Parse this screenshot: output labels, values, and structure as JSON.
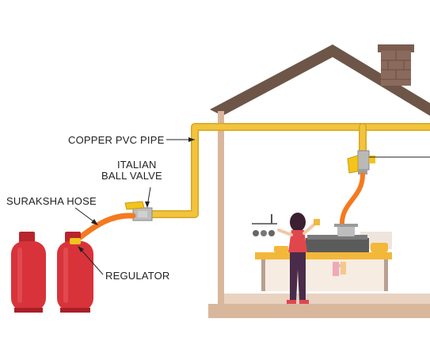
{
  "labels": {
    "copper_pipe": "COPPER PVC PIPE",
    "ball_valve_line1": "ITALIAN",
    "ball_valve_line2": "BALL VALVE",
    "hose": "SURAKSHA HOSE",
    "regulator": "REGULATOR"
  },
  "colors": {
    "house_outline": "#7a5a44",
    "roof": "#6d5648",
    "chimney": "#8a6a5c",
    "pipe": "#f2c43d",
    "hose": "#f47a1f",
    "cylinder": "#d8333a",
    "valve": "#f2c41c",
    "text": "#222222"
  },
  "icons": {
    "cylinder": "gas-cylinder-icon",
    "valve": "ball-valve-icon",
    "person": "person-cooking-icon",
    "stove": "gas-stove-icon",
    "house": "house-outline-icon"
  }
}
